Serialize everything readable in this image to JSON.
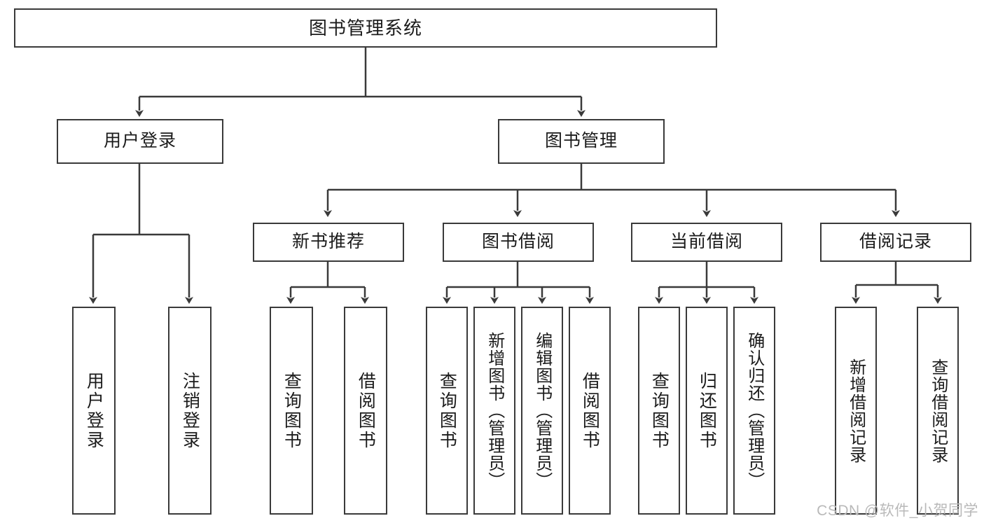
{
  "diagram": {
    "type": "tree",
    "title": "图书管理系统",
    "root": {
      "label": "图书管理系统"
    },
    "level1": [
      {
        "label": "用户登录"
      },
      {
        "label": "图书管理"
      }
    ],
    "level2": [
      {
        "label": "新书推荐"
      },
      {
        "label": "图书借阅"
      },
      {
        "label": "当前借阅"
      },
      {
        "label": "借阅记录"
      }
    ],
    "leaves": {
      "user_login": [
        {
          "label": "用户登录"
        },
        {
          "label": "注销登录"
        }
      ],
      "new_book_recommend": [
        {
          "label": "查询图书"
        },
        {
          "label": "借阅图书"
        }
      ],
      "book_borrow": [
        {
          "label": "查询图书"
        },
        {
          "label": "新增图书（管理员）"
        },
        {
          "label": "编辑图书（管理员）"
        },
        {
          "label": "借阅图书"
        }
      ],
      "current_borrow": [
        {
          "label": "查询图书"
        },
        {
          "label": "归还图书"
        },
        {
          "label": "确认归还（管理员）"
        }
      ],
      "borrow_record": [
        {
          "label": "新增借阅记录"
        },
        {
          "label": "查询借阅记录"
        }
      ]
    }
  },
  "watermark": {
    "text": "CSDN @软件_小贺同学"
  },
  "colors": {
    "stroke": "#3a3a3a",
    "background": "#ffffff",
    "text": "#1b1b1b",
    "watermark": "#b9b9b9"
  }
}
